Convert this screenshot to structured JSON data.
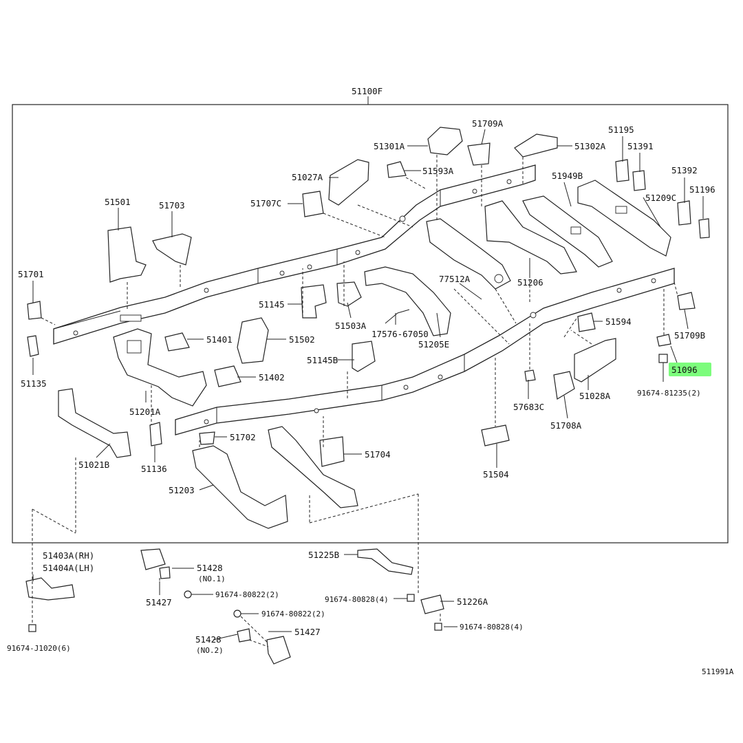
{
  "diagram": {
    "title_label": "51100F",
    "reference_code": "511991A",
    "highlight_color": "#7CFC7C",
    "highlighted_part": "51096",
    "labels": {
      "l51100F": "51100F",
      "l51709A": "51709A",
      "l51301A": "51301A",
      "l51302A": "51302A",
      "l51195": "51195",
      "l51391": "51391",
      "l51392": "51392",
      "l51196": "51196",
      "l51027A": "51027A",
      "l51593A": "51593A",
      "l51949B": "51949B",
      "l51209C": "51209C",
      "l51707C": "51707C",
      "l51501": "51501",
      "l51703": "51703",
      "l51701": "51701",
      "l51145": "51145",
      "l51503A": "51503A",
      "l17576": "17576-67050",
      "l51205E": "51205E",
      "l77512A": "77512A",
      "l51206": "51206",
      "l51594": "51594",
      "l51709B": "51709B",
      "l51096": "51096",
      "l91674_81235": "91674-81235(2)",
      "l51401": "51401",
      "l51502": "51502",
      "l51135": "51135",
      "l51145B": "51145B",
      "l51402": "51402",
      "l51201A": "51201A",
      "l51028A": "51028A",
      "l57683C": "57683C",
      "l51708A": "51708A",
      "l51702": "51702",
      "l51021B": "51021B",
      "l51136": "51136",
      "l51704": "51704",
      "l51504": "51504",
      "l51203": "51203",
      "l51403A": "51403A(RH)",
      "l51404A": "51404A(LH)",
      "l91674_J1020": "91674-J1020(6)",
      "l51428a": "51428",
      "l51428a_sub": "(NO.1)",
      "l51427a": "51427",
      "l91674_80822a": "91674-80822(2)",
      "l91674_80822b": "91674-80822(2)",
      "l51428b": "51428",
      "l51428b_sub": "(NO.2)",
      "l51427b": "51427",
      "l51225B": "51225B",
      "l91674_80828a": "91674-80828(4)",
      "l51226A": "51226A",
      "l91674_80828b": "91674-80828(4)"
    }
  }
}
